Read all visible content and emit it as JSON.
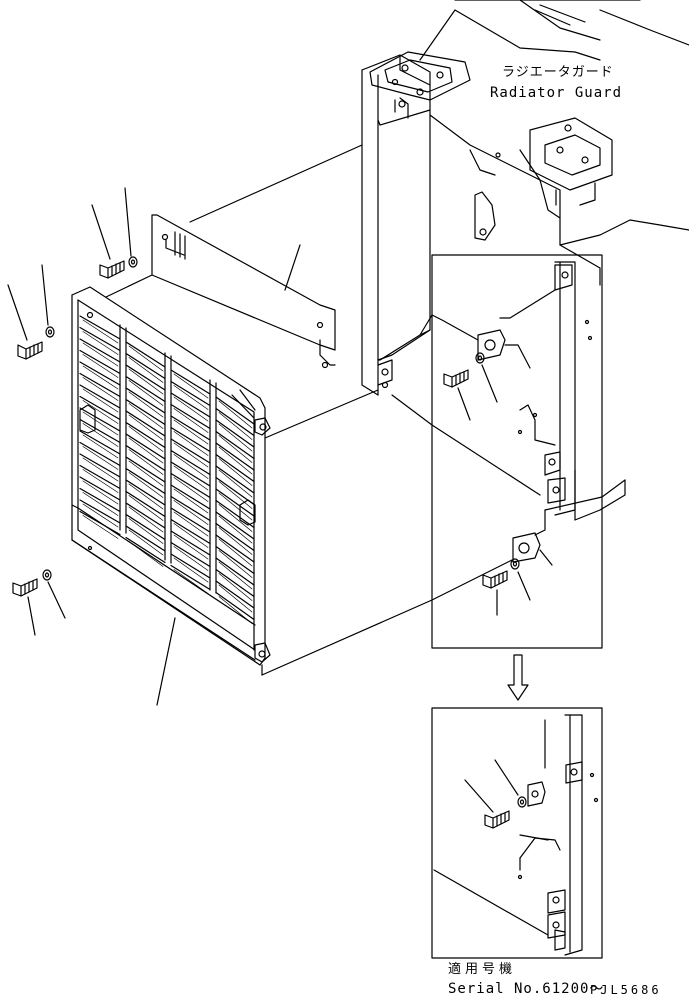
{
  "labels": {
    "part_name_jp": "ラジエータガード",
    "part_name_en": "Radiator Guard",
    "serial_jp": "適用号機",
    "serial_en": "Serial No.61200〜",
    "drawing_code": "PJL5686"
  },
  "colors": {
    "ink": "#000000",
    "paper": "#ffffff"
  },
  "icons": {
    "arrow": "down-arrow-icon"
  }
}
